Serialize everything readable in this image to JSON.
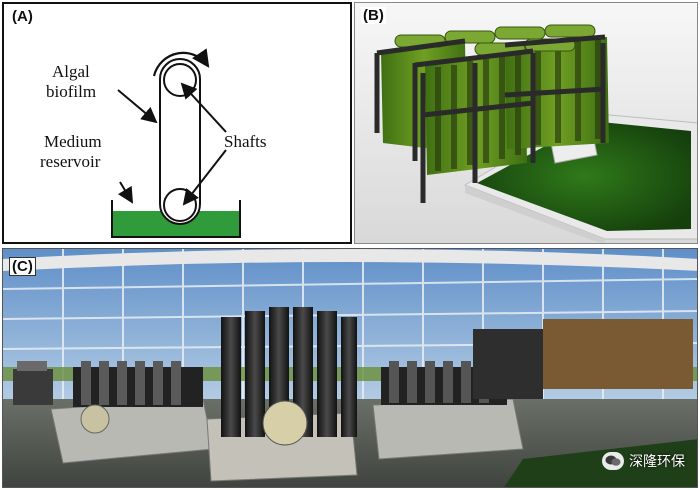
{
  "panels": {
    "a": {
      "label": "(A)",
      "labels": {
        "algal": "Algal",
        "biofilm": "biofilm",
        "medium": "Medium",
        "reservoir": "reservoir",
        "shafts": "Shafts"
      }
    },
    "b": {
      "label": "(B)"
    },
    "c": {
      "label": "(C)"
    }
  },
  "watermark": {
    "text": "深隆环保",
    "logo": "wechat-logo-icon"
  },
  "colors": {
    "medium_green": "#2f9b3a",
    "algae_green": "#5f8f1f",
    "tank_green": "#1f5a12",
    "frame_dark": "#2a2a2a"
  }
}
